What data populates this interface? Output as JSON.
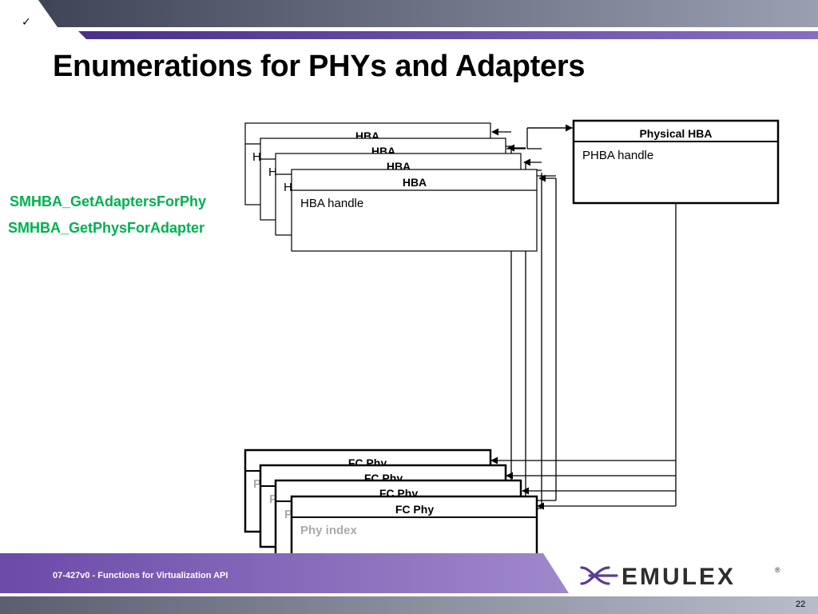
{
  "slide": {
    "checkmark": "✓",
    "title": "Enumerations for PHYs and Adapters",
    "functions": [
      "SMHBA_GetAdaptersForPhy",
      "SMHBA_GetPhysForAdapter"
    ],
    "footer": "07-427v0 - Functions for Virtualization API",
    "page_number": "22",
    "logo_text": "EMULEX",
    "logo_mark": "®"
  },
  "diagram": {
    "hba_title": "HBA",
    "hba_peek": "H",
    "hba_field": "HBA handle",
    "phba_title": "Physical HBA",
    "phba_field": "PHBA handle",
    "phy_title": "FC Phy",
    "phy_peek": "P",
    "phy_field": "Phy index"
  },
  "colors": {
    "function_text": "#00b050",
    "banner_dark": "#4a4e60",
    "banner_purple": "#6a45a8",
    "footer_purple": "#7a5ab0",
    "field_gray": "#aaaaaa"
  }
}
